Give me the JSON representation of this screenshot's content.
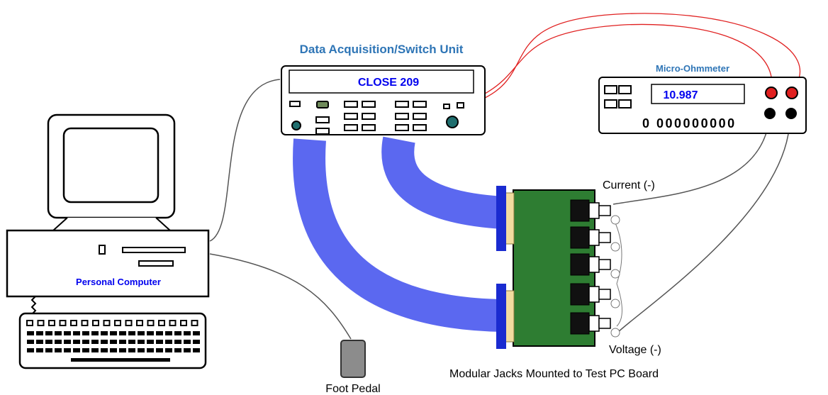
{
  "title": "Data Acquisition/Switch Unit",
  "daq": {
    "display_text": "CLOSE 209"
  },
  "ohmmeter": {
    "title": "Micro-Ohmmeter",
    "display_value": "10.987",
    "digits": "0 000000000"
  },
  "computer": {
    "label": "Personal Computer"
  },
  "labels": {
    "current": "Current (-)",
    "voltage": "Voltage (-)",
    "board": "Modular Jacks Mounted to Test PC Board",
    "pedal": "Foot Pedal"
  },
  "colors": {
    "title_blue": "#2e75b6",
    "display_blue": "#0000ee",
    "cable_blue": "#5b68f0",
    "board_green": "#2e7d32",
    "red_lead": "#e02020",
    "connector_blue": "#1a2bd0"
  }
}
